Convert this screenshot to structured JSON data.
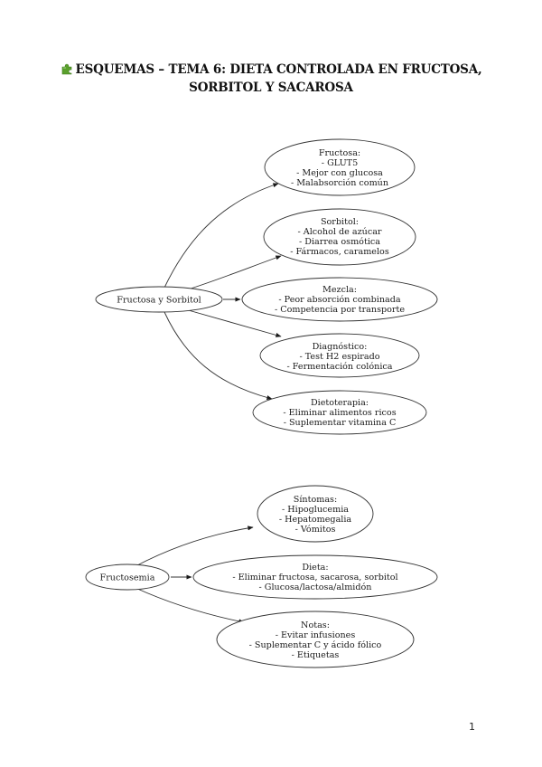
{
  "document": {
    "title_line1": "ESQUEMAS – TEMA 6: DIETA CONTROLADA EN FRUCTOSA,",
    "title_line2": "SORBITOL Y SACAROSA",
    "title_icon": "puzzle-piece-icon",
    "page_number": "1"
  },
  "colors": {
    "text": "#1a1a1a",
    "stroke": "#333333",
    "icon_green": "#5aa02c"
  },
  "diagrams": [
    {
      "id": "fructosa-sorbitol",
      "root": {
        "lines": [
          "Fructosa y Sorbitol"
        ]
      },
      "children": [
        {
          "id": "fructosa",
          "lines": [
            "Fructosa:",
            "- GLUT5",
            "- Mejor con glucosa",
            "- Malabsorción común"
          ]
        },
        {
          "id": "sorbitol",
          "lines": [
            "Sorbitol:",
            "- Alcohol de azúcar",
            "- Diarrea osmótica",
            "- Fármacos, caramelos"
          ]
        },
        {
          "id": "mezcla",
          "lines": [
            "Mezcla:",
            "- Peor absorción combinada",
            "- Competencia por transporte"
          ]
        },
        {
          "id": "diagnostico",
          "lines": [
            "Diagnóstico:",
            "- Test H2 espirado",
            "- Fermentación colónica"
          ]
        },
        {
          "id": "dietoterapia",
          "lines": [
            "Dietoterapia:",
            "- Eliminar alimentos ricos",
            "- Suplementar vitamina C"
          ]
        }
      ]
    },
    {
      "id": "fructosemia",
      "root": {
        "lines": [
          "Fructosemia"
        ]
      },
      "children": [
        {
          "id": "sintomas",
          "lines": [
            "Síntomas:",
            "- Hipoglucemia",
            "- Hepatomegalia",
            "- Vómitos"
          ]
        },
        {
          "id": "dieta",
          "lines": [
            "Dieta:",
            "- Eliminar fructosa, sacarosa, sorbitol",
            "- Glucosa/lactosa/almidón"
          ]
        },
        {
          "id": "notas",
          "lines": [
            "Notas:",
            "- Evitar infusiones",
            "- Suplementar C y ácido fólico",
            "- Etiquetas"
          ]
        }
      ]
    }
  ]
}
